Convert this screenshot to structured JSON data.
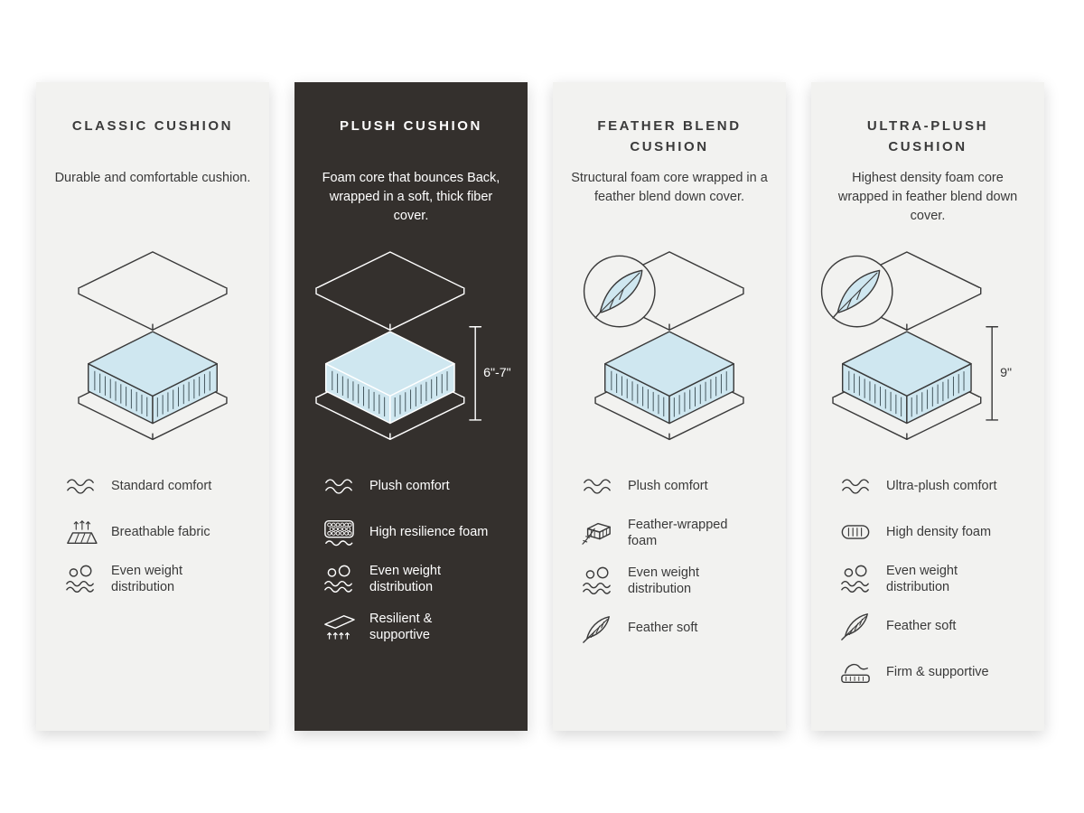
{
  "colors": {
    "light_card": "#f2f2f0",
    "dark_card": "#34302d",
    "foam": "#cfe7f0",
    "hatch": "#44565d",
    "line_dark": "#2e2e2e",
    "line_light": "#ffffff"
  },
  "cards": [
    {
      "id": "classic",
      "theme": "light",
      "title": "CLASSIC CUSHION",
      "description": "Durable and comfortable cushion.",
      "illustration": {
        "feather_badge": false,
        "dimension_label": ""
      },
      "features": [
        {
          "icon": "wave-comfort-icon",
          "label": "Standard comfort"
        },
        {
          "icon": "breathable-fabric-icon",
          "label": "Breathable fabric"
        },
        {
          "icon": "even-weight-icon",
          "label": "Even weight distribution"
        }
      ]
    },
    {
      "id": "plush",
      "theme": "dark",
      "title": "PLUSH CUSHION",
      "description": "Foam core that bounces Back, wrapped in a soft, thick fiber cover.",
      "illustration": {
        "feather_badge": false,
        "dimension_label": "6\"-7\""
      },
      "features": [
        {
          "icon": "wave-comfort-icon",
          "label": "Plush comfort"
        },
        {
          "icon": "high-resilience-foam-icon",
          "label": "High resilience foam"
        },
        {
          "icon": "even-weight-icon",
          "label": "Even weight distribution"
        },
        {
          "icon": "resilient-supportive-icon",
          "label": "Resilient & supportive"
        }
      ]
    },
    {
      "id": "feather-blend",
      "theme": "light",
      "title": "FEATHER BLEND CUSHION",
      "description": "Structural foam core wrapped in a feather blend down cover.",
      "illustration": {
        "feather_badge": true,
        "dimension_label": ""
      },
      "features": [
        {
          "icon": "wave-comfort-icon",
          "label": "Plush comfort"
        },
        {
          "icon": "feather-wrapped-foam-icon",
          "label": "Feather-wrapped foam"
        },
        {
          "icon": "even-weight-icon",
          "label": "Even weight distribution"
        },
        {
          "icon": "feather-icon",
          "label": "Feather soft"
        }
      ]
    },
    {
      "id": "ultra-plush",
      "theme": "light",
      "title": "ULTRA-PLUSH CUSHION",
      "description": "Highest density foam core wrapped in feather blend down cover.",
      "illustration": {
        "feather_badge": true,
        "dimension_label": "9\""
      },
      "features": [
        {
          "icon": "wave-comfort-icon",
          "label": "Ultra-plush comfort"
        },
        {
          "icon": "high-density-foam-icon",
          "label": "High density foam"
        },
        {
          "icon": "even-weight-icon",
          "label": "Even weight distribution"
        },
        {
          "icon": "feather-icon",
          "label": "Feather soft"
        },
        {
          "icon": "firm-supportive-icon",
          "label": "Firm & supportive"
        }
      ]
    }
  ]
}
